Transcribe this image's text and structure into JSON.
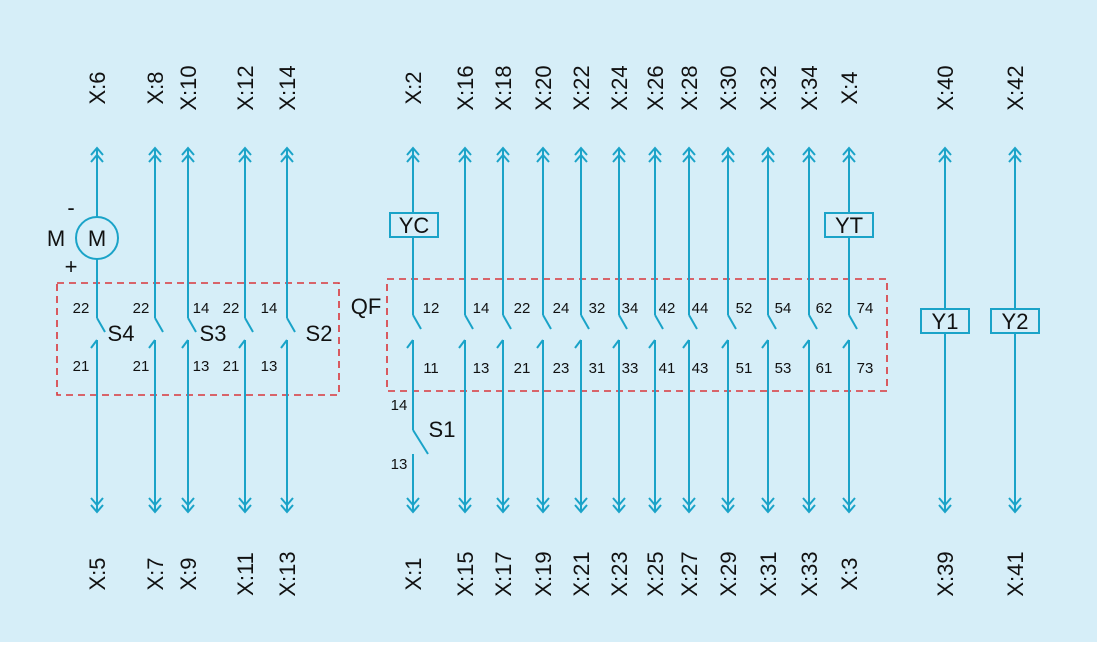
{
  "background": "#d6eef8",
  "wire_color": "#1aa3c8",
  "frame_color": "#d8363b",
  "terminals": {
    "top": [
      "X:6",
      "X:8",
      "X:10",
      "X:12",
      "X:14",
      "X:2",
      "X:16",
      "X:18",
      "X:20",
      "X:22",
      "X:24",
      "X:26",
      "X:28",
      "X:30",
      "X:32",
      "X:34",
      "X:4",
      "X:40",
      "X:42"
    ],
    "bottom": [
      "X:5",
      "X:7",
      "X:9",
      "X:11",
      "X:13",
      "X:1",
      "X:15",
      "X:17",
      "X:19",
      "X:21",
      "X:23",
      "X:25",
      "X:27",
      "X:29",
      "X:31",
      "X:33",
      "X:3",
      "X:39",
      "X:41"
    ]
  },
  "motor": {
    "label": "M",
    "side_label": "M",
    "minus": "-",
    "plus": "+"
  },
  "left_group": {
    "switches": [
      "S4",
      "S3",
      "S2"
    ],
    "top_numbers": [
      "22",
      "22",
      "14",
      "22",
      "14"
    ],
    "bottom_numbers": [
      "21",
      "21",
      "13",
      "21",
      "13"
    ]
  },
  "breaker": {
    "label": "QF",
    "top_numbers": [
      "12",
      "14",
      "22",
      "24",
      "32",
      "34",
      "42",
      "44",
      "52",
      "54",
      "62",
      "74"
    ],
    "bottom_numbers": [
      "11",
      "13",
      "21",
      "23",
      "31",
      "33",
      "41",
      "43",
      "51",
      "53",
      "61",
      "73"
    ]
  },
  "s1": {
    "label": "S1",
    "top": "14",
    "bottom": "13"
  },
  "coils": [
    "YC",
    "YT",
    "Y1",
    "Y2"
  ]
}
